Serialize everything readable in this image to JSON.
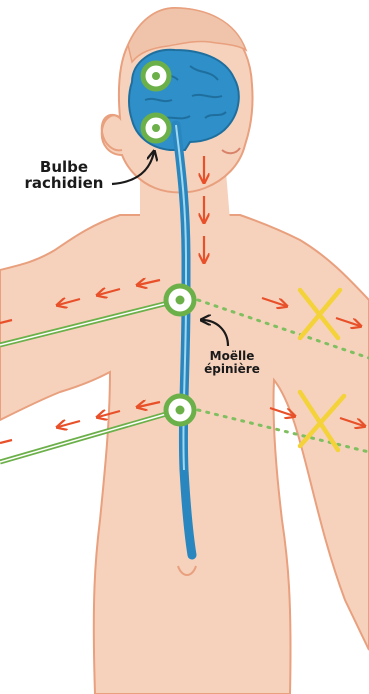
{
  "labels": {
    "bulbe_line1": "Bulbe",
    "bulbe_line2": "rachidien",
    "moelle_line1": "Moëlle",
    "moelle_line2": "épinière"
  },
  "colors": {
    "skin": "#f6d2bd",
    "skin_outline": "#e8a07e",
    "brain": "#2e8fc9",
    "spinal_cord": "#2a86bf",
    "node_ring": "#6cb04a",
    "motor_nerve": "#6cb04a",
    "severed_nerve_dots": "#7fbf60",
    "signal_arrows": "#e8502a",
    "blocked_cross": "#f3d23a"
  },
  "icons": [
    "brain-shape",
    "node-icon",
    "arrow-icon",
    "blocked-cross-icon"
  ]
}
